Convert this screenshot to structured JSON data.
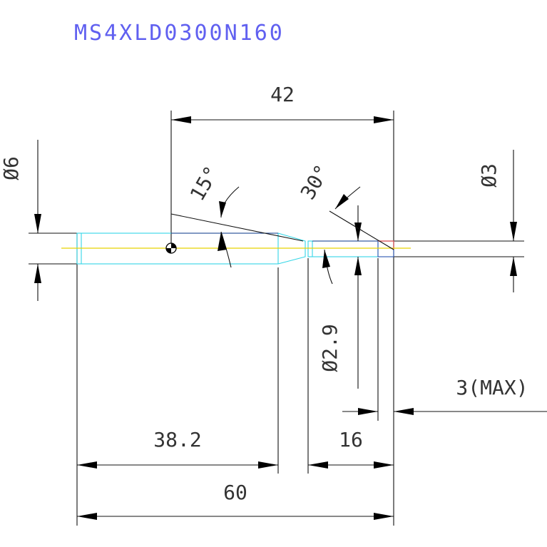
{
  "drawing": {
    "part_number": "MS4XLD0300N160",
    "dimensions": {
      "overall_length": "60",
      "shank_length": "38.2",
      "flute_length": "16",
      "reference_length": "42",
      "shank_diameter": "Ø6",
      "tool_diameter": "Ø3",
      "neck_diameter": "Ø2.9",
      "tip_allowance": "3(MAX)",
      "shank_taper_angle": "15°",
      "tip_angle": "30°"
    },
    "colors": {
      "title": "#6060f0",
      "outline": "#111111",
      "tool_body": "#33d6e6",
      "centerline": "#e6d200",
      "tip_mark": "#e05050"
    }
  }
}
